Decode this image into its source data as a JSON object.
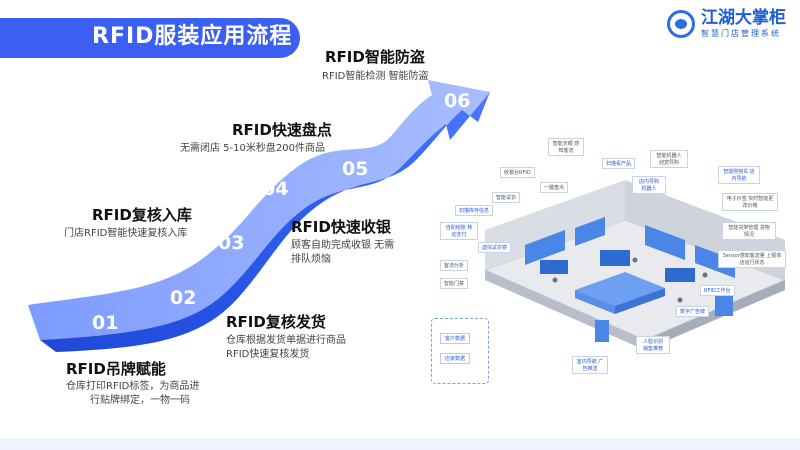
{
  "header": {
    "title": "RFID服装应用流程"
  },
  "logo": {
    "name": "江湖大掌柜",
    "tagline": "智慧门店管理系统"
  },
  "steps": [
    {
      "num": "01",
      "title": "RFID吊牌赋能",
      "desc_lines": [
        "仓库打印RFID标签，为商品进",
        "行贴牌绑定，一物一码"
      ]
    },
    {
      "num": "02",
      "title": "RFID复核发货",
      "desc_lines": [
        "仓库根据发货单据进行商品",
        "RFID快速复核发货"
      ]
    },
    {
      "num": "03",
      "title": "RFID复核入库",
      "desc_lines": [
        "门店RFID智能快速复核入库"
      ]
    },
    {
      "num": "04",
      "title": "RFID快速盘点",
      "desc_lines": [
        "无需闭店 5-10米秒盘200件商品"
      ]
    },
    {
      "num": "05",
      "title": "RFID快速收银",
      "desc_lines": [
        "顾客自助完成收银 无需",
        "排队烦恼"
      ]
    },
    {
      "num": "06",
      "title": "RFID智能防盗",
      "desc_lines": [
        "RFID智能检测 智能防盗"
      ]
    }
  ],
  "store_labels": {
    "smart_fitting": "智能试衣",
    "cashier": "收银台RFID",
    "camera": "智能天眼 感知客流",
    "new_product": "扫描看产品",
    "smart_robot": "智能机器人 迎宾导购",
    "instore_nav": "店内导购 机器人",
    "smart_cart": "智能购物车 店内导航",
    "one_click": "一键盘点",
    "scan_info": "扫描库存信息",
    "self_pay": "自助结账 移动支付",
    "virtual_mirror": "虚拟试衣镜",
    "e_price": "电子价签 实时智能更改价格",
    "smart_shelf": "智能货架管理 货物情况",
    "customer_analysis": "客流分析",
    "smart_door": "智能门禁",
    "sensor": "Sensor感知客流量 上报商店运行状态",
    "rfid_station": "RFID工作台",
    "digital_ad": "数字广告牌",
    "face_id": "人脸识别 销售推荐",
    "instore_ad": "室内导航 广告推送",
    "legend_customer": "客户数据",
    "legend_store": "店家数据"
  }
}
